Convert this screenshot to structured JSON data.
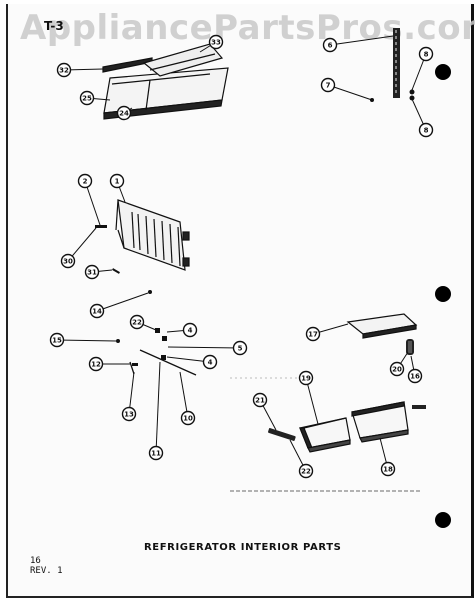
{
  "watermark": "AppliancePartsPros.com",
  "figure_label": "T-3",
  "caption": "REFRIGERATOR INTERIOR PARTS",
  "page_number": "16",
  "revision": "REV. 1",
  "callouts": {
    "c32": "32",
    "c33": "33",
    "c25": "25",
    "c24": "24",
    "c6": "6",
    "c8a": "8",
    "c7": "7",
    "c8b": "8",
    "c2": "2",
    "c1": "1",
    "c30": "30",
    "c31": "31",
    "c14": "14",
    "c22a": "22",
    "c4a": "4",
    "c15": "15",
    "c5": "5",
    "c12": "12",
    "c4b": "4",
    "c13": "13",
    "c11": "11",
    "c10": "10",
    "c17": "17",
    "c20": "20",
    "c16": "16",
    "c19": "19",
    "c21": "21",
    "c22b": "22",
    "c18": "18"
  }
}
